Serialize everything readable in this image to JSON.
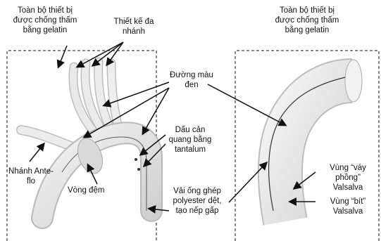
{
  "left_panel": {
    "label_whole_device": [
      "Toàn bộ thiết bị",
      "được chống thấm",
      "bằng gelatin"
    ],
    "label_multibranch": [
      "Thiết kế đa",
      "nhánh"
    ],
    "label_black_line": [
      "Đường màu",
      "đen"
    ],
    "label_tantalum": [
      "Dấu cản",
      "quang bằng",
      "tantalum"
    ],
    "label_anteflo": [
      "Nhánh Ante-",
      "flo"
    ],
    "label_collar": "Vòng đệm",
    "label_fabric": [
      "Vải ống ghép",
      "polyester dệt,",
      "tạo nếp gấp"
    ]
  },
  "right_panel": {
    "label_whole_device": [
      "Toàn bộ thiết bị",
      "được chống thấm",
      "bằng gelatin"
    ],
    "label_skirt": [
      "Vùng “váy",
      "phồng”",
      "Valsalva"
    ],
    "label_closed": [
      "Vùng “bít”",
      "Valsalva"
    ]
  },
  "colors": {
    "graft": "#e4e4e4",
    "graft_shade": "#c9c9c9",
    "line": "#111111"
  }
}
